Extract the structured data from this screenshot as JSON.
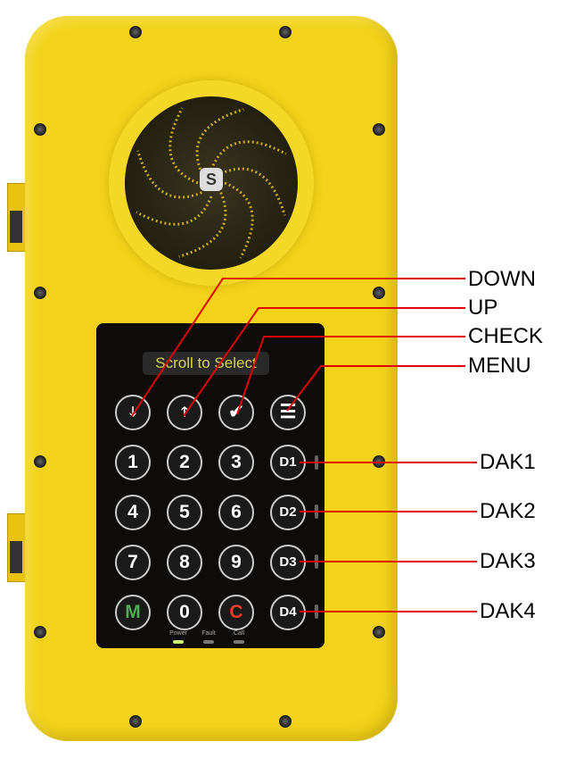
{
  "device": {
    "logo": "S",
    "display_text": "Scroll to Select",
    "keys": [
      {
        "id": "down",
        "label": "🡓"
      },
      {
        "id": "up",
        "label": "🡑"
      },
      {
        "id": "check",
        "label": "✔"
      },
      {
        "id": "menu",
        "label": "☰"
      },
      {
        "id": "1",
        "label": "1"
      },
      {
        "id": "2",
        "label": "2"
      },
      {
        "id": "3",
        "label": "3"
      },
      {
        "id": "d1",
        "label": "D1"
      },
      {
        "id": "4",
        "label": "4"
      },
      {
        "id": "5",
        "label": "5"
      },
      {
        "id": "6",
        "label": "6"
      },
      {
        "id": "d2",
        "label": "D2"
      },
      {
        "id": "7",
        "label": "7"
      },
      {
        "id": "8",
        "label": "8"
      },
      {
        "id": "9",
        "label": "9"
      },
      {
        "id": "d3",
        "label": "D3"
      },
      {
        "id": "m",
        "label": "M",
        "color": "#4caf50"
      },
      {
        "id": "0",
        "label": "0"
      },
      {
        "id": "c",
        "label": "C",
        "color": "#ee3b2b"
      },
      {
        "id": "d4",
        "label": "D4"
      }
    ],
    "indicators": [
      {
        "label": "Power",
        "color": "#c8f06a"
      },
      {
        "label": "Fault",
        "color": "#777777"
      },
      {
        "label": "Call",
        "color": "#777777"
      }
    ]
  },
  "callouts": [
    "DOWN",
    "UP",
    "CHECK",
    "MENU",
    "DAK1",
    "DAK2",
    "DAK3",
    "DAK4"
  ],
  "colors": {
    "body": "#f2d21a",
    "line": "#e00000"
  }
}
